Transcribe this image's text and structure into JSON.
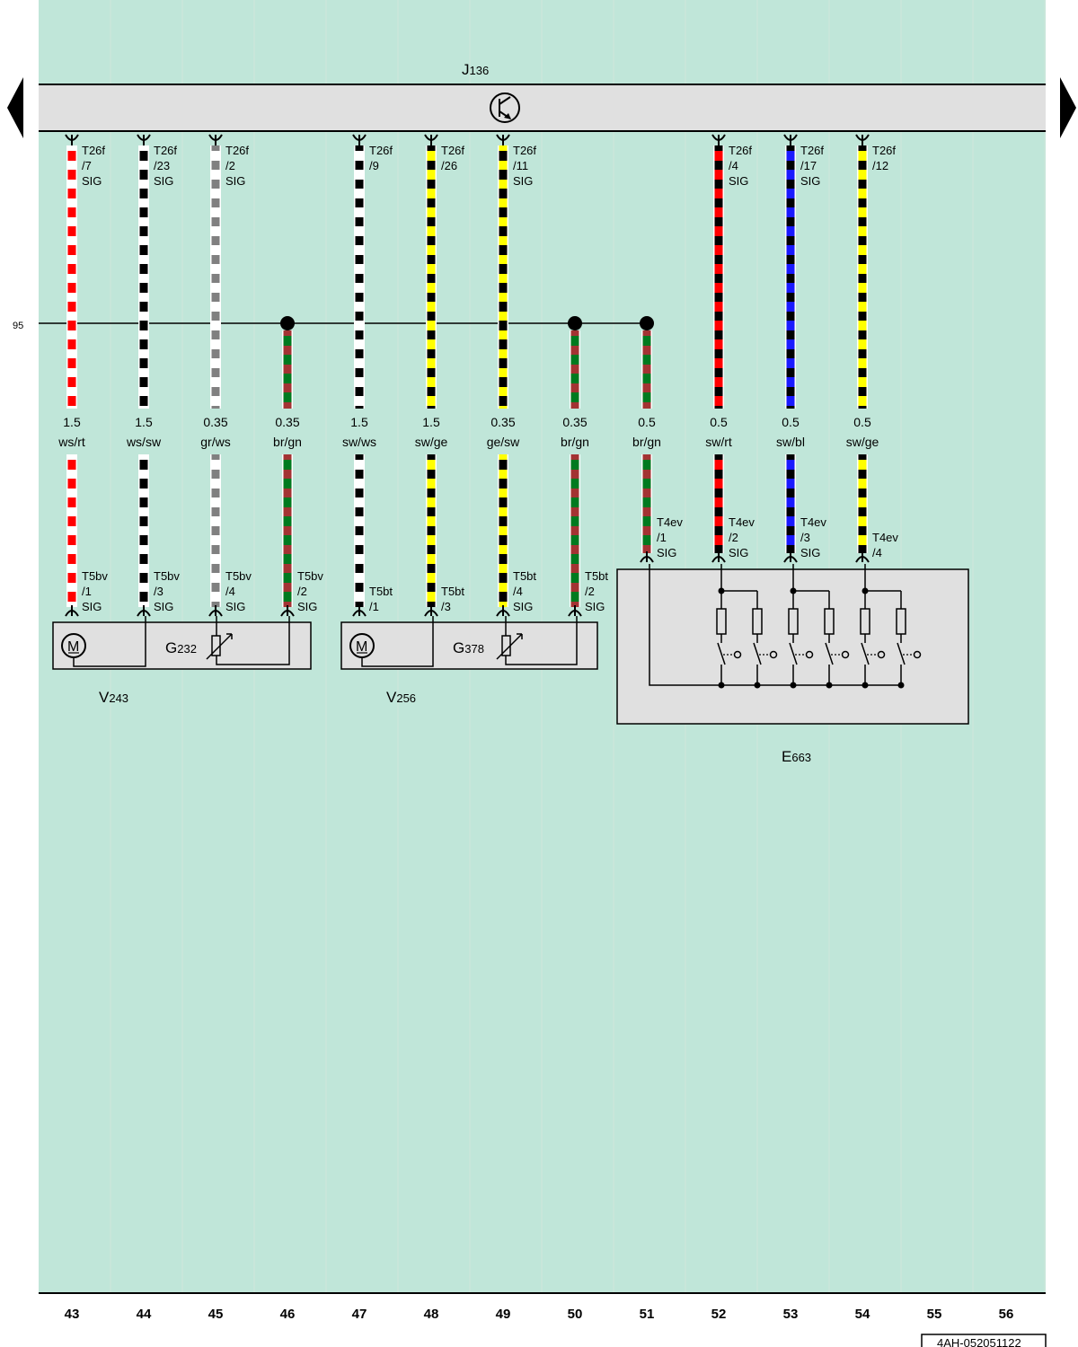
{
  "ecu": {
    "name": "J",
    "sub": "136"
  },
  "ground_bus_label": "95",
  "doc_id": "4AH-052051122",
  "colors": {
    "background": "#c0e6d9",
    "ecu_fill": "#e0e0e0",
    "ws": "#ffffff",
    "rt": "#ff0000",
    "sw": "#000000",
    "gr": "#808080",
    "br": "#a33333",
    "gn": "#007a1f",
    "ge": "#ffff00",
    "bl": "#1a1aff"
  },
  "wires": [
    {
      "col": "43",
      "size": "1.5",
      "code": "ws/rt",
      "base": "ws",
      "stripe": "rt",
      "top": [
        "T26f",
        "/7",
        "SIG"
      ],
      "bottom": [
        "T5bv",
        "/1",
        "SIG"
      ]
    },
    {
      "col": "44",
      "size": "1.5",
      "code": "ws/sw",
      "base": "ws",
      "stripe": "sw",
      "top": [
        "T26f",
        "/23",
        "SIG"
      ],
      "bottom": [
        "T5bv",
        "/3",
        "SIG"
      ]
    },
    {
      "col": "45",
      "size": "0.35",
      "code": "gr/ws",
      "base": "gr",
      "stripe": "ws",
      "top": [
        "T26f",
        "/2",
        "SIG"
      ],
      "bottom": [
        "T5bv",
        "/4",
        "SIG"
      ]
    },
    {
      "col": "46",
      "size": "0.35",
      "code": "br/gn",
      "base": "br",
      "stripe": "gn",
      "top": [],
      "bottom": [
        "T5bv",
        "/2",
        "SIG"
      ]
    },
    {
      "col": "47",
      "size": "1.5",
      "code": "sw/ws",
      "base": "sw",
      "stripe": "ws",
      "top": [
        "T26f",
        "/9"
      ],
      "bottom": [
        "T5bt",
        "/1"
      ]
    },
    {
      "col": "48",
      "size": "1.5",
      "code": "sw/ge",
      "base": "sw",
      "stripe": "ge",
      "top": [
        "T26f",
        "/26"
      ],
      "bottom": [
        "T5bt",
        "/3"
      ]
    },
    {
      "col": "49",
      "size": "0.35",
      "code": "ge/sw",
      "base": "ge",
      "stripe": "sw",
      "top": [
        "T26f",
        "/11",
        "SIG"
      ],
      "bottom": [
        "T5bt",
        "/4",
        "SIG"
      ]
    },
    {
      "col": "50",
      "size": "0.35",
      "code": "br/gn",
      "base": "br",
      "stripe": "gn",
      "top": [],
      "bottom": [
        "T5bt",
        "/2",
        "SIG"
      ]
    },
    {
      "col": "51",
      "size": "0.5",
      "code": "br/gn",
      "base": "br",
      "stripe": "gn",
      "top": [],
      "bottom": [
        "T4ev",
        "/1",
        "SIG"
      ]
    },
    {
      "col": "52",
      "size": "0.5",
      "code": "sw/rt",
      "base": "sw",
      "stripe": "rt",
      "top": [
        "T26f",
        "/4",
        "SIG"
      ],
      "bottom": [
        "T4ev",
        "/2",
        "SIG"
      ]
    },
    {
      "col": "53",
      "size": "0.5",
      "code": "sw/bl",
      "base": "sw",
      "stripe": "bl",
      "top": [
        "T26f",
        "/17",
        "SIG"
      ],
      "bottom": [
        "T4ev",
        "/3",
        "SIG"
      ]
    },
    {
      "col": "54",
      "size": "0.5",
      "code": "sw/ge",
      "base": "sw",
      "stripe": "ge",
      "top": [
        "T26f",
        "/12"
      ],
      "bottom": [
        "T4ev",
        "/4"
      ]
    }
  ],
  "components": {
    "V243": {
      "name": "V",
      "sub": "243",
      "motor": "M",
      "sensor": {
        "name": "G",
        "sub": "232"
      }
    },
    "V256": {
      "name": "V",
      "sub": "256",
      "motor": "M",
      "sensor": {
        "name": "G",
        "sub": "378"
      }
    },
    "E663": {
      "name": "E",
      "sub": "663"
    }
  },
  "columns": [
    "43",
    "44",
    "45",
    "46",
    "47",
    "48",
    "49",
    "50",
    "51",
    "52",
    "53",
    "54",
    "55",
    "56"
  ]
}
